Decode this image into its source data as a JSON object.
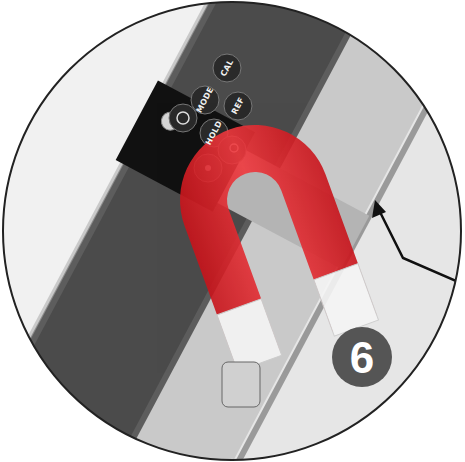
{
  "diagram": {
    "labels": [
      "MODE",
      "CAL",
      "REF",
      "HOLD",
      "6"
    ]
  }
}
